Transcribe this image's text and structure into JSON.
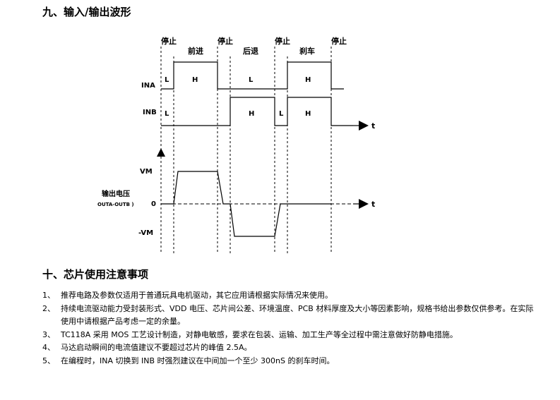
{
  "section9": {
    "title": "九、输入/输出波形"
  },
  "phases": [
    "停止",
    "前进",
    "停止",
    "后退",
    "停止",
    "刹车",
    "停止"
  ],
  "signals": {
    "ina": {
      "label": "INA",
      "levels": [
        "L",
        "H",
        "L",
        "H"
      ]
    },
    "inb": {
      "label": "INB",
      "levels": [
        "L",
        "H",
        "L",
        "H"
      ]
    },
    "time_label": "t"
  },
  "output": {
    "label_cn": "输出电压",
    "label_expr": "OUTA-OUTB )",
    "vm_label": "VM",
    "zero_label": "0",
    "neg_vm_label": "-VM"
  },
  "section10": {
    "title": "十、芯片使用注意事项",
    "notes": [
      {
        "num": "1、",
        "text": "推荐电路及参数仅适用于普通玩具电机驱动，其它应用请根据实际情况来使用。"
      },
      {
        "num": "2、",
        "text": "持续电流驱动能力受封装形式、VDD 电压、芯片间公差、环境温度、PCB 材料厚度及大小等因素影响，规格书给出参数仅供参考。在实际使用中请根据产品考虑一定的余量。"
      },
      {
        "num": "3、",
        "text": "TC118A 采用 MOS 工艺设计制造，对静电敏感，要求在包装、运输、加工生产等全过程中需注意做好防静电措施。"
      },
      {
        "num": "4、",
        "text": "马达启动瞬间的电流值建议不要超过芯片的峰值 2.5A。"
      },
      {
        "num": "5、",
        "text": "在编程时，INA 切换到 INB 时强烈建议在中间加一个至少 300nS 的刹车时间。"
      }
    ]
  }
}
